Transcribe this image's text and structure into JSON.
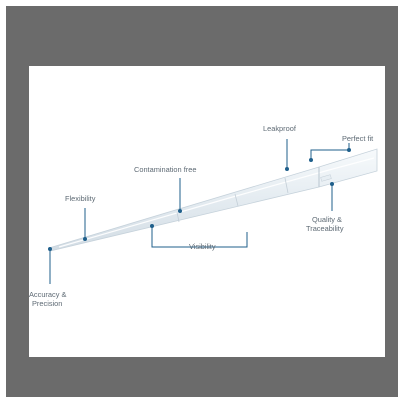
{
  "labels": {
    "perfect_fit": "Perfect fit",
    "leakproof": "Leakproof",
    "contamination_free": "Contamination free",
    "flexibility": "Flexibility",
    "quality_line1": "Quality &",
    "quality_line2": "Traceability",
    "visibility": "Visibility",
    "accuracy_line1": "Accuracy &",
    "accuracy_line2": "Precision"
  },
  "colors": {
    "frame": "#6b6b6b",
    "background": "#ffffff",
    "callout": "#1f5f8b",
    "label_text": "#5e6a74"
  }
}
